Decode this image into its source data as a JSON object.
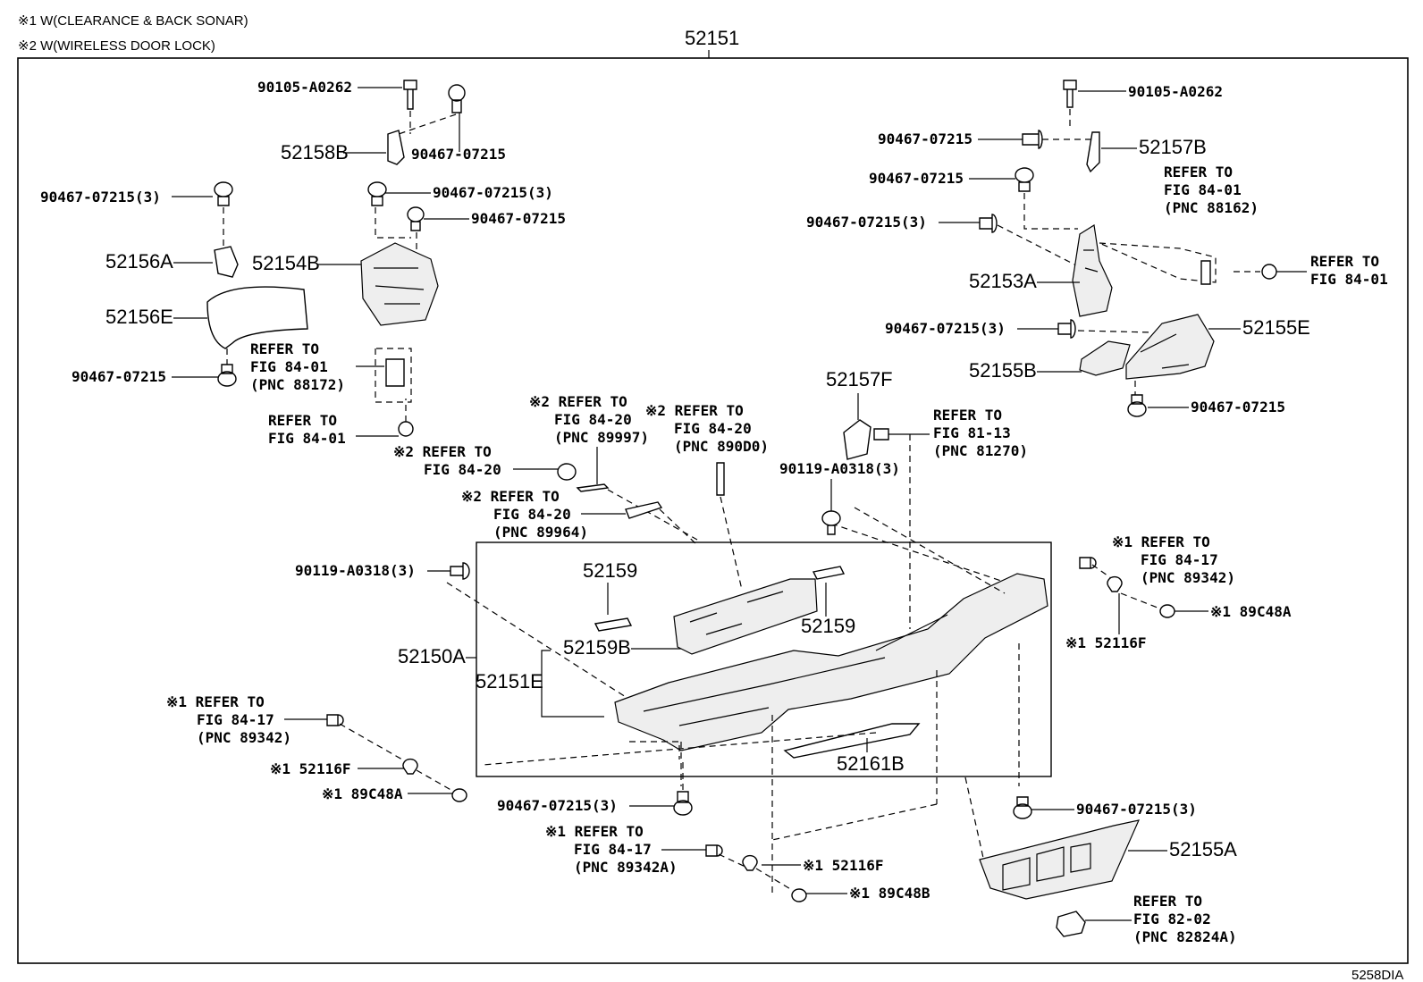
{
  "notes": [
    "※1 W(CLEARANCE & BACK SONAR)",
    "※2 W(WIRELESS DOOR LOCK)"
  ],
  "main_part": "52151",
  "figure_code": "5258DIA",
  "labels": {
    "l01": "90105-A0262",
    "l02": "52158B",
    "l03": "90467-07215",
    "l04": "90467-07215(3)",
    "l05": "90467-07215(3)",
    "l06": "90467-07215",
    "l07": "52156A",
    "l08": "52154B",
    "l09": "52156E",
    "l10": "90467-07215",
    "l11": "REFER TO",
    "l11b": "FIG 84-01",
    "l11c": "(PNC 88172)",
    "l12": "REFER TO",
    "l12b": "FIG 84-01",
    "l13": "※2 REFER TO",
    "l13b": "FIG 84-20",
    "l13c": "(PNC 89997)",
    "l14": "※2 REFER TO",
    "l14b": "FIG 84-20",
    "l14c": "(PNC 890D0)",
    "l15": "※2 REFER TO",
    "l15b": "FIG 84-20",
    "l16": "※2 REFER TO",
    "l16b": "FIG 84-20",
    "l16c": "(PNC 89964)",
    "l17": "90119-A0318(3)",
    "l18": "52159",
    "l19": "52159B",
    "l20": "52150A",
    "l21": "52151E",
    "l22": "52159",
    "l23": "※1 REFER TO",
    "l23b": "FIG 84-17",
    "l23c": "(PNC 89342)",
    "l24": "※1 52116F",
    "l25": "※1 89C48A",
    "l26": "90467-07215(3)",
    "l27": "※1 REFER TO",
    "l27b": "FIG 84-17",
    "l27c": "(PNC 89342A)",
    "l28": "※1 52116F",
    "l29": "※1 89C48B",
    "l30": "52161B",
    "l31": "52157F",
    "l32": "REFER TO",
    "l32b": "FIG 81-13",
    "l32c": "(PNC 81270)",
    "l33": "90119-A0318(3)",
    "l34": "90105-A0262",
    "l35": "90467-07215",
    "l36": "52157B",
    "l37": "REFER TO",
    "l37b": "FIG 84-01",
    "l37c": "(PNC 88162)",
    "l38": "90467-07215",
    "l39": "90467-07215(3)",
    "l40": "REFER TO",
    "l40b": "FIG 84-01",
    "l41": "52153A",
    "l42": "90467-07215(3)",
    "l43": "52155E",
    "l44": "52155B",
    "l45": "90467-07215",
    "l46": "※1 REFER TO",
    "l46b": "FIG 84-17",
    "l46c": "(PNC 89342)",
    "l47": "※1 89C48A",
    "l48": "※1 52116F",
    "l49": "90467-07215(3)",
    "l50": "52155A",
    "l51": "REFER TO",
    "l51b": "FIG 82-02",
    "l51c": "(PNC 82824A)"
  }
}
